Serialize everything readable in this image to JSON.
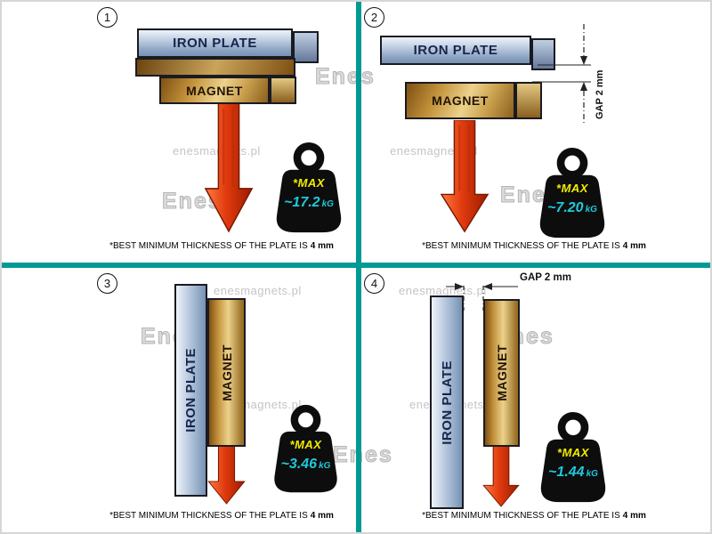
{
  "panels": [
    {
      "number": "1",
      "max_value": "~17.2"
    },
    {
      "number": "2",
      "max_value": "~7.20"
    },
    {
      "number": "3",
      "max_value": "~3.46"
    },
    {
      "number": "4",
      "max_value": "~1.44"
    }
  ],
  "labels": {
    "iron_plate": "IRON PLATE",
    "magnet": "MAGNET",
    "max": "*MAX",
    "unit": "kG",
    "gap_full": "GAP  2 mm"
  },
  "footnote": {
    "text": "*BEST MINIMUM THICKNESS OF THE PLATE IS",
    "bold": "4 mm"
  },
  "watermark": {
    "site": "enesmagnets.pl",
    "logo": "Enes"
  },
  "colors": {
    "divider": "#009a94",
    "plate": "#8ea6c4",
    "magnet": "#c2913a",
    "arrow": "#e03a0e",
    "max_text": "#f2ec00",
    "value_text": "#1fc9dc",
    "weight_body": "#0d0d0d"
  }
}
